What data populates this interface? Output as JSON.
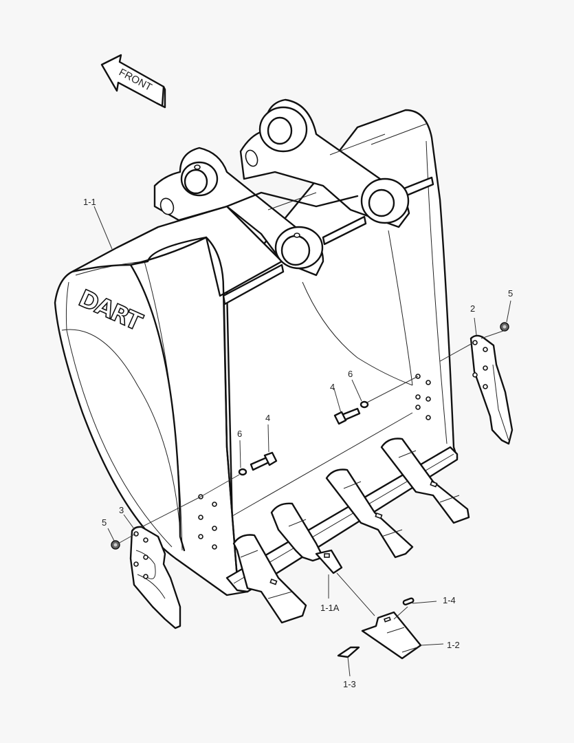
{
  "diagram": {
    "type": "exploded parts diagram",
    "subject": "excavator bucket assembly",
    "background": "#f7f7f7",
    "line_color": "#111111",
    "direction_arrow": {
      "label": "FRONT",
      "points": "left-up"
    },
    "brand_logo": "DART",
    "callouts": [
      {
        "id": "1-1",
        "label": "1-1",
        "part": "bucket body"
      },
      {
        "id": "1-1A",
        "label": "1-1A",
        "part": "tooth adapter"
      },
      {
        "id": "1-2",
        "label": "1-2",
        "part": "tooth point"
      },
      {
        "id": "1-3",
        "label": "1-3",
        "part": "lock pin"
      },
      {
        "id": "1-4",
        "label": "1-4",
        "part": "retainer"
      },
      {
        "id": "2",
        "label": "2",
        "part": "side cutter (right)"
      },
      {
        "id": "3",
        "label": "3",
        "part": "side cutter (left)"
      },
      {
        "id": "4a",
        "label": "4",
        "part": "bolt"
      },
      {
        "id": "4b",
        "label": "4",
        "part": "bolt"
      },
      {
        "id": "5a",
        "label": "5",
        "part": "nut"
      },
      {
        "id": "5b",
        "label": "5",
        "part": "nut"
      },
      {
        "id": "6a",
        "label": "6",
        "part": "washer"
      },
      {
        "id": "6b",
        "label": "6",
        "part": "washer"
      }
    ]
  }
}
